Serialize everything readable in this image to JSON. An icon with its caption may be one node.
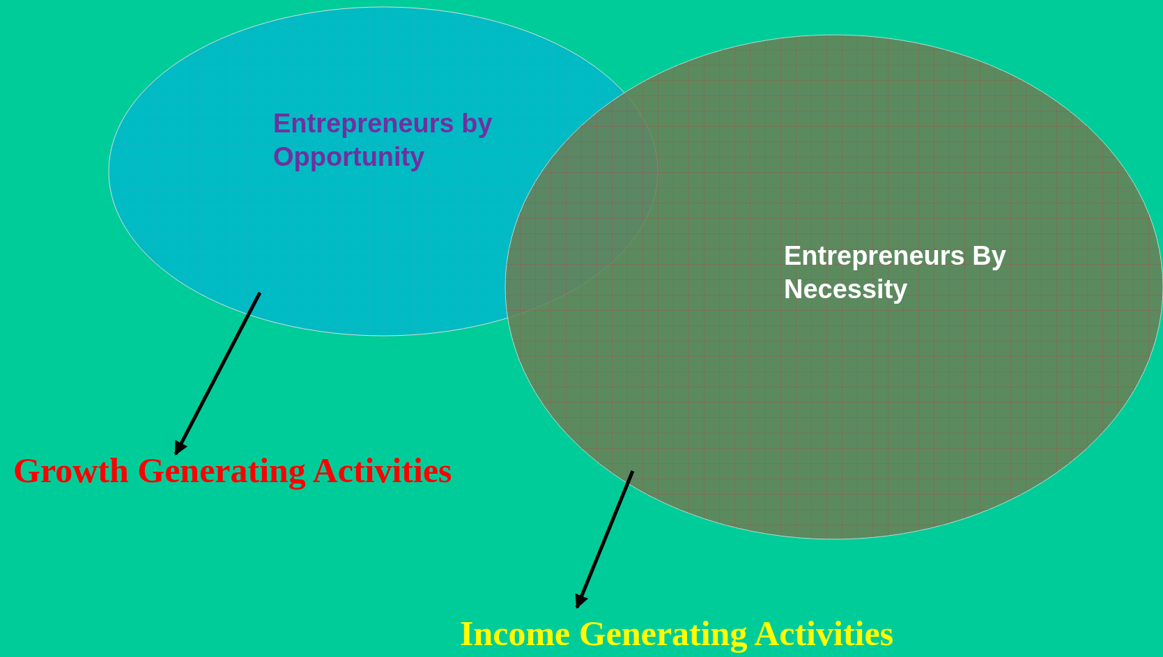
{
  "diagram": {
    "nodes": [
      {
        "text": [
          "Entrepreneurs by Opportunity"
        ]
      },
      {
        "text": [
          "Entrepreneurs By Necessity"
        ]
      },
      {
        "text": [
          "Growth Generating Activities"
        ]
      },
      {
        "text": [
          "Income Generating Activities"
        ]
      }
    ],
    "edges": [
      {
        "from": 0,
        "to": 2,
        "arrow": "to"
      },
      {
        "from": 1,
        "to": 3,
        "arrow": "to"
      }
    ]
  }
}
